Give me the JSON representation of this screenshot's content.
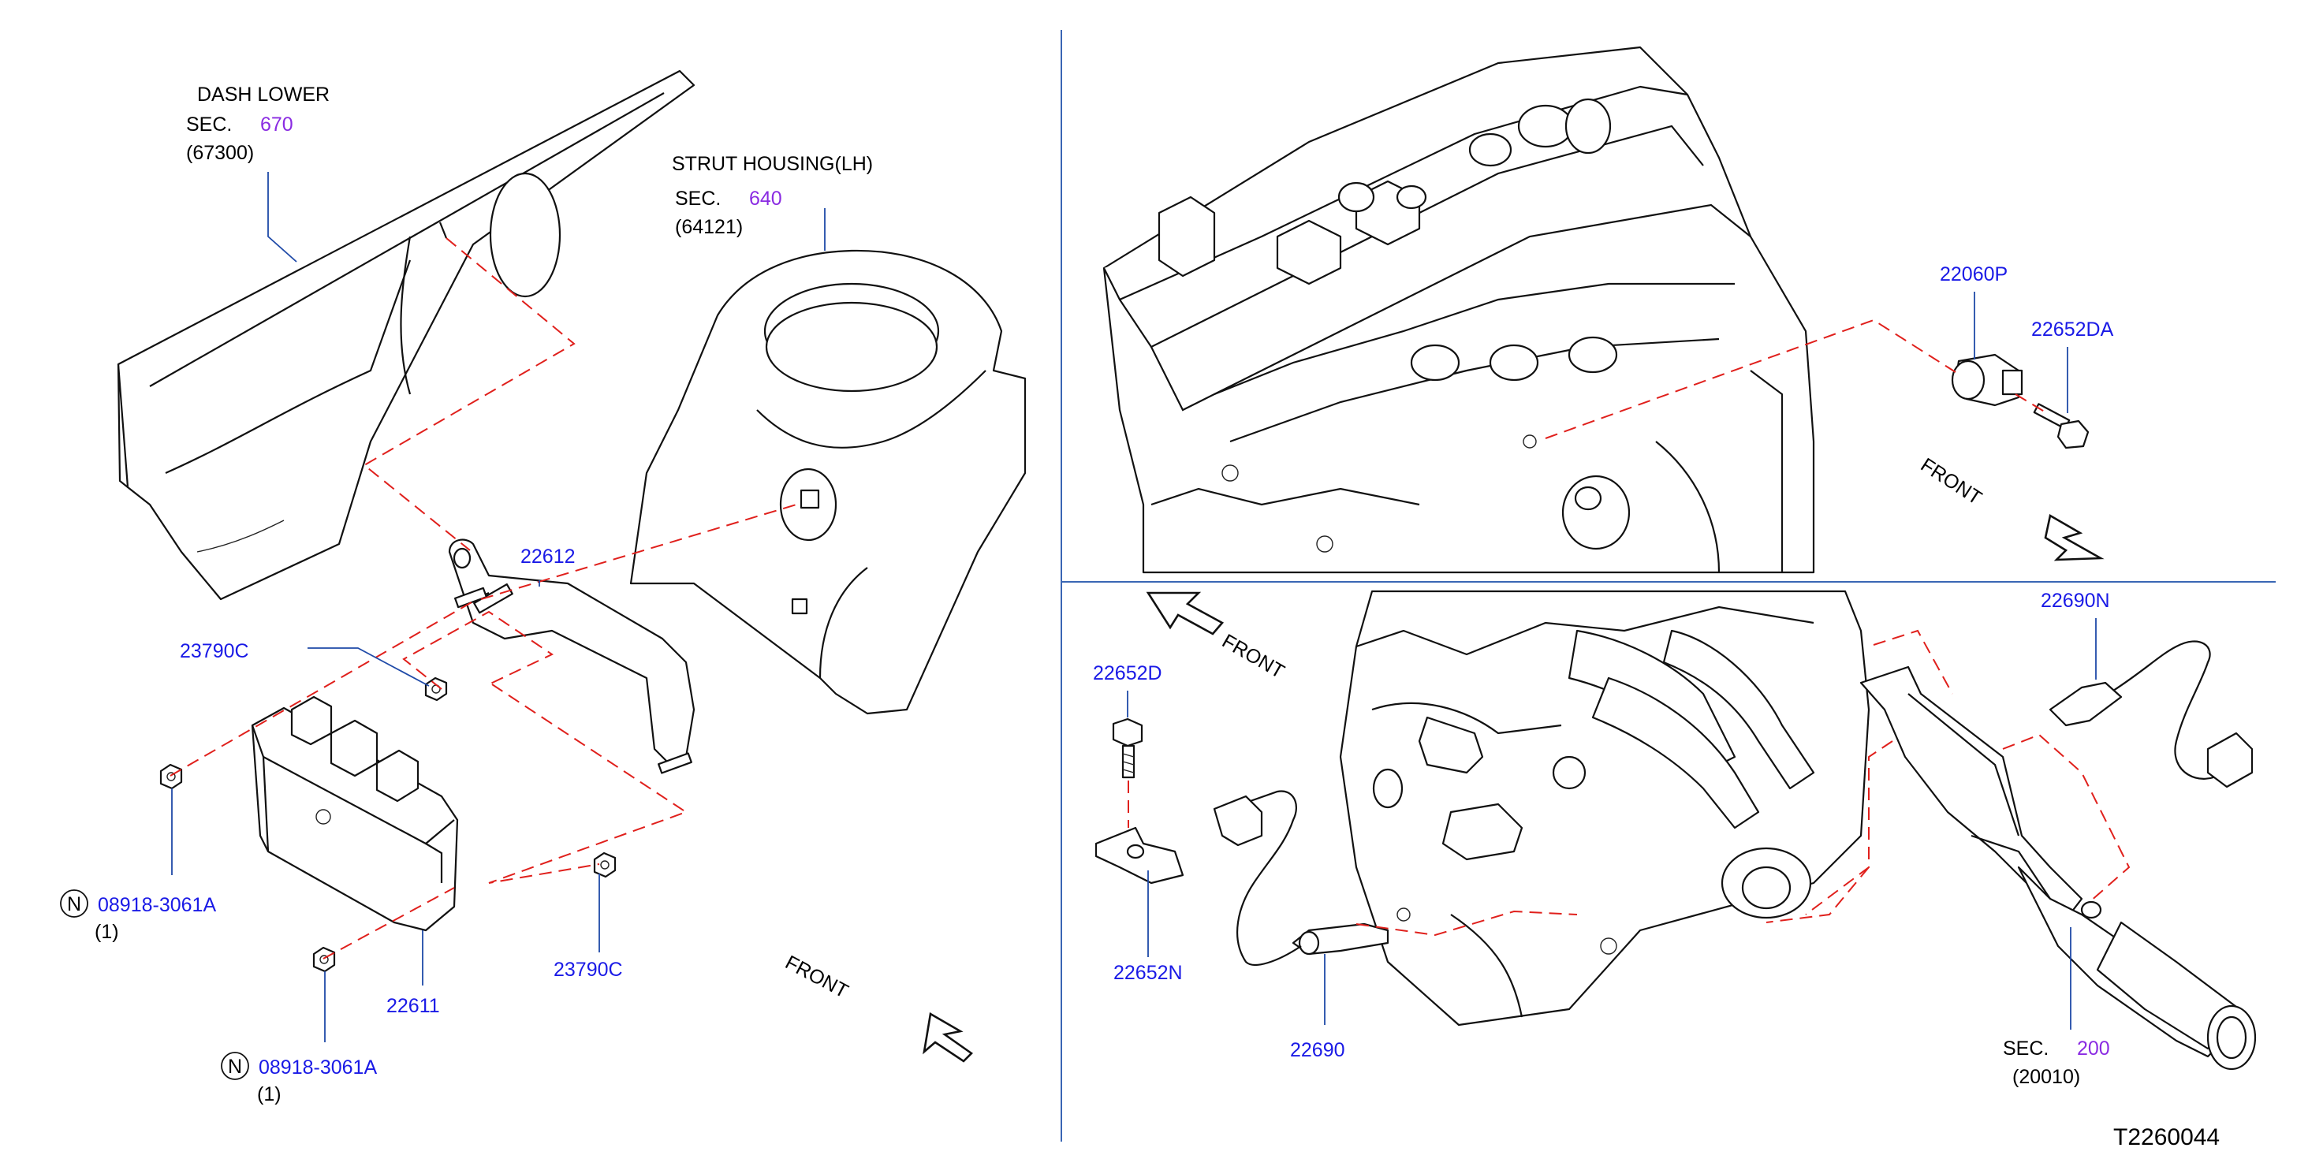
{
  "labels": {
    "dash_lower": {
      "name": "DASH   LOWER",
      "sec_prefix": "SEC.",
      "sec_num": "670",
      "code": "(67300)"
    },
    "strut_housing": {
      "name": "STRUT   HOUSING(LH)",
      "sec_prefix": "SEC.",
      "sec_num": "640",
      "code": "(64121)"
    },
    "exhaust_sec": {
      "sec_prefix": "SEC.",
      "sec_num": "200",
      "code": "(20010)"
    },
    "parts": {
      "p22612": "22612",
      "p23790c_upper": "23790C",
      "p23790c_lower": "23790C",
      "p08918_upper": "08918-3061A",
      "p08918_upper_qty": "(1)",
      "p08918_lower": "08918-3061A",
      "p08918_lower_qty": "(1)",
      "n_mark": "N",
      "p22611": "22611",
      "p22060p": "22060P",
      "p22652da": "22652DA",
      "p22690n": "22690N",
      "p22652d": "22652D",
      "p22652n": "22652N",
      "p22690": "22690"
    },
    "front": "FRONT",
    "diagram_id": "T2260044"
  },
  "colors": {
    "part_number": "#1a1ae6",
    "section_number": "#8a2be2",
    "dashed_reference": "#e0201c",
    "leader_line": "#1f4aa8",
    "divider": "#3a66b4"
  }
}
